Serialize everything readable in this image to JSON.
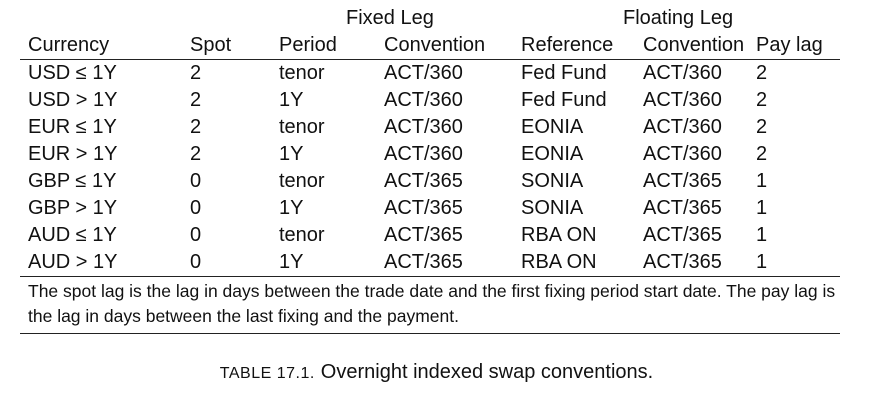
{
  "table": {
    "group_headers": {
      "fixed_leg": "Fixed Leg",
      "floating_leg": "Floating Leg"
    },
    "columns": [
      "Currency",
      "Spot",
      "Period",
      "Convention",
      "Reference",
      "Convention",
      "Pay lag"
    ],
    "rows": [
      [
        "USD ≤ 1Y",
        "2",
        "tenor",
        "ACT/360",
        "Fed Fund",
        "ACT/360",
        "2"
      ],
      [
        "USD > 1Y",
        "2",
        "1Y",
        "ACT/360",
        "Fed Fund",
        "ACT/360",
        "2"
      ],
      [
        "EUR ≤ 1Y",
        "2",
        "tenor",
        "ACT/360",
        "EONIA",
        "ACT/360",
        "2"
      ],
      [
        "EUR > 1Y",
        "2",
        "1Y",
        "ACT/360",
        "EONIA",
        "ACT/360",
        "2"
      ],
      [
        "GBP ≤ 1Y",
        "0",
        "tenor",
        "ACT/365",
        "SONIA",
        "ACT/365",
        "1"
      ],
      [
        "GBP > 1Y",
        "0",
        "1Y",
        "ACT/365",
        "SONIA",
        "ACT/365",
        "1"
      ],
      [
        "AUD ≤ 1Y",
        "0",
        "tenor",
        "ACT/365",
        "RBA ON",
        "ACT/365",
        "1"
      ],
      [
        "AUD > 1Y",
        "0",
        "1Y",
        "ACT/365",
        "RBA ON",
        "ACT/365",
        "1"
      ]
    ],
    "note": "The spot lag is the lag in days between the trade date and the first fixing period start date. The pay lag is the lag in days between the last fixing and the payment."
  },
  "caption": {
    "label": "TABLE 17.1.",
    "text": "Overnight indexed swap conventions."
  }
}
